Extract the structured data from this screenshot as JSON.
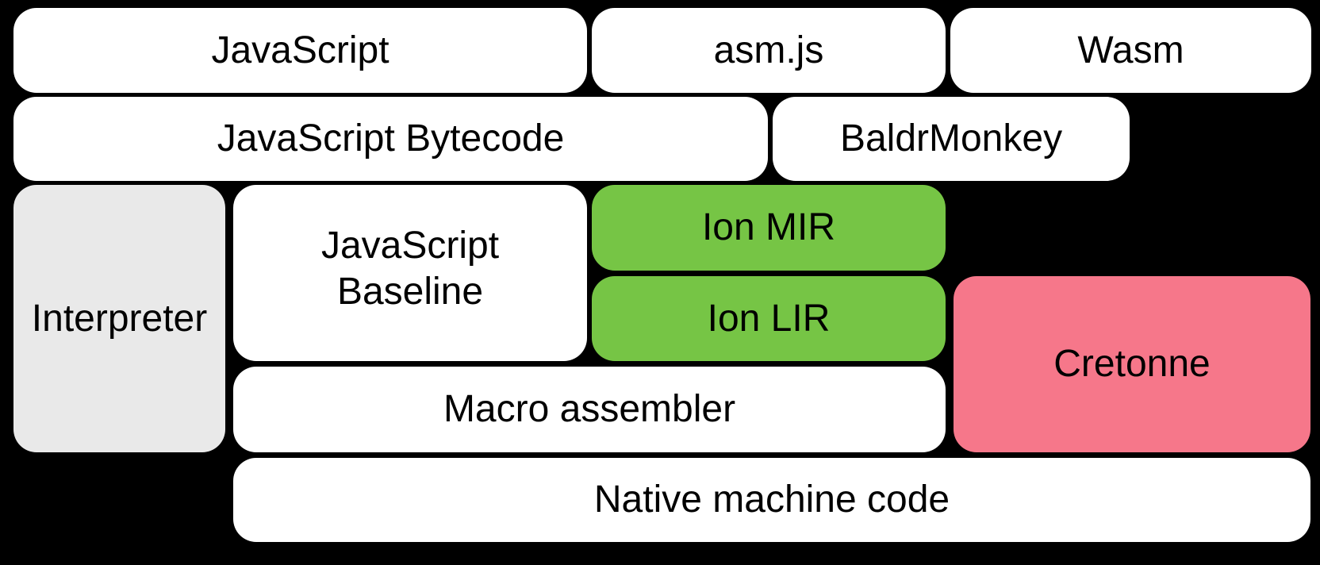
{
  "diagram": {
    "title_hint": "SpiderMonkey compiler pipeline diagram",
    "colors": {
      "bg": "#000000",
      "white": "#ffffff",
      "gray": "#e9e9e9",
      "green": "#76c545",
      "pink": "#f6778a",
      "text": "#000000"
    },
    "boxes": {
      "javascript": {
        "label": "JavaScript"
      },
      "asmjs": {
        "label": "asm.js"
      },
      "wasm": {
        "label": "Wasm"
      },
      "javascript_bytecode": {
        "label": "JavaScript Bytecode"
      },
      "baldrmonkey": {
        "label": "BaldrMonkey"
      },
      "interpreter": {
        "label": "Interpreter"
      },
      "javascript_baseline": {
        "label": "JavaScript\nBaseline"
      },
      "ion_mir": {
        "label": "Ion MIR"
      },
      "ion_lir": {
        "label": "Ion LIR"
      },
      "cretonne": {
        "label": "Cretonne"
      },
      "macro_assembler": {
        "label": "Macro assembler"
      },
      "native_machine_code": {
        "label": "Native machine code"
      }
    }
  }
}
